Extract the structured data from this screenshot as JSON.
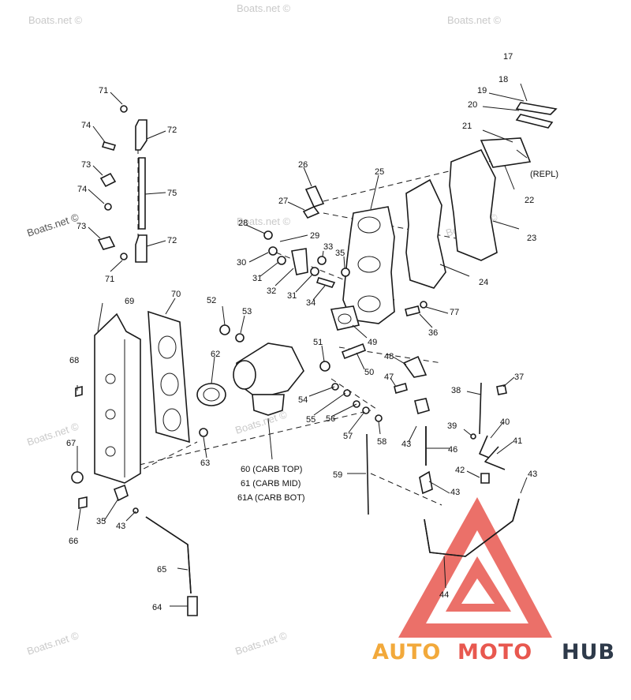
{
  "diagram": {
    "callouts": [
      "17",
      "18",
      "19",
      "20",
      "21",
      "22",
      "23",
      "24",
      "25",
      "26",
      "27",
      "28",
      "29",
      "30",
      "31",
      "32",
      "31",
      "33",
      "34",
      "35",
      "36",
      "37",
      "38",
      "39",
      "40",
      "41",
      "42",
      "43",
      "43",
      "43",
      "43",
      "44",
      "46",
      "47",
      "48",
      "49",
      "50",
      "51",
      "52",
      "53",
      "54",
      "55",
      "56",
      "57",
      "58",
      "59",
      "62",
      "63",
      "64",
      "65",
      "66",
      "67",
      "68",
      "69",
      "70",
      "71",
      "71",
      "72",
      "72",
      "73",
      "73",
      "74",
      "74",
      "75",
      "77",
      "35",
      "43"
    ],
    "repl_label": "(REPL)",
    "carb_labels": [
      "60 (CARB TOP)",
      "61 (CARB MID)",
      "61A (CARB BOT)"
    ]
  },
  "watermarks": [
    "Boats.net ©",
    "Boats.net ©",
    "Boats.net ©",
    "Boats.net ©",
    "Boats.net ©",
    "Boats.net ©",
    "Boats.net ©",
    "Boats.net ©",
    "Boats.net ©",
    "Boats.net ©"
  ],
  "logo": {
    "auto": "AUTO",
    "moto": "MOTO",
    "hub": "HUB"
  },
  "colors": {
    "logo_triangle": "#e8584f",
    "logo_auto": "#f2a93b",
    "logo_hub": "#2e3a4a"
  }
}
